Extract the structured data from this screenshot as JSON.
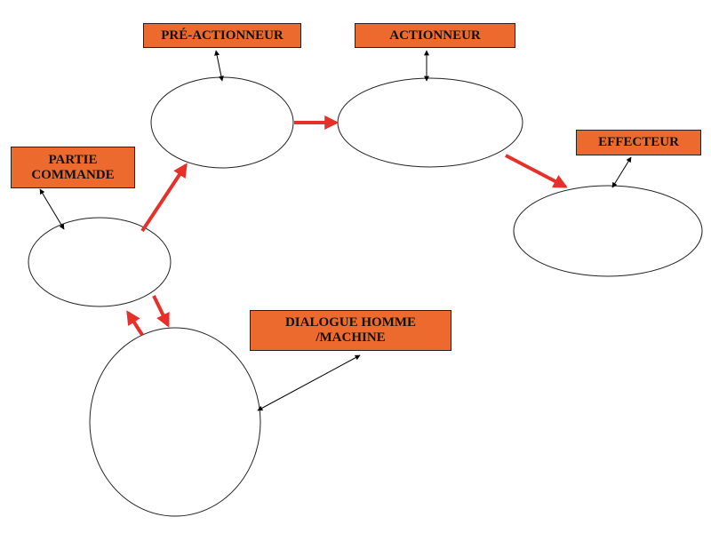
{
  "labels": {
    "pre_actionneur": "PRÉ-ACTIONNEUR",
    "actionneur": "ACTIONNEUR",
    "effecteur": "EFFECTEUR",
    "partie_commande": "PARTIE COMMANDE",
    "dialogue_homme_machine": "DIALOGUE HOMME /MACHINE"
  },
  "colors": {
    "label_fill": "#ED6A2E",
    "flow_arrow": "#E8302A",
    "pointer_arrow": "#000000",
    "node_outline": "#222222"
  }
}
